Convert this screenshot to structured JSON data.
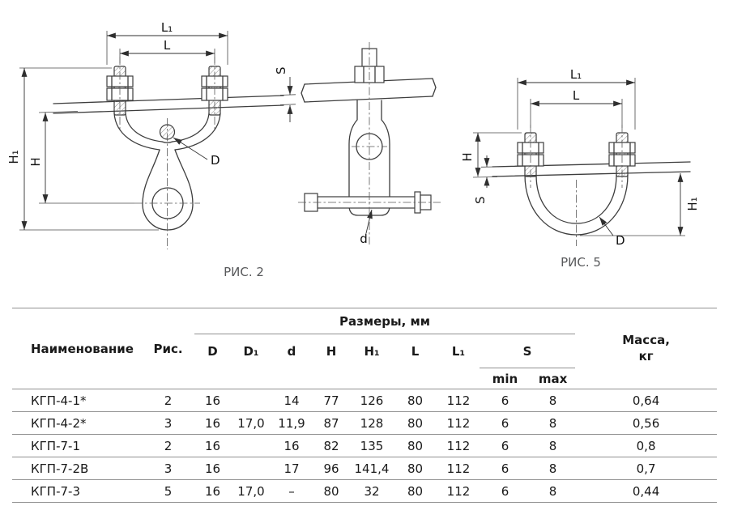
{
  "figures": {
    "fig2": {
      "caption": "РИС. 2",
      "labels": {
        "L1": "L₁",
        "L": "L",
        "S": "S",
        "H1": "H₁",
        "H": "H",
        "D": "D"
      }
    },
    "side": {
      "labels": {
        "d": "d"
      }
    },
    "fig5": {
      "caption": "РИС. 5",
      "labels": {
        "L1": "L₁",
        "L": "L",
        "H": "H",
        "S": "S",
        "H1": "H₁",
        "D": "D"
      }
    }
  },
  "table": {
    "headers": {
      "name": "Наименование",
      "fig": "Рис.",
      "group_dims": "Размеры, мм",
      "mass": "Масса,\nкг",
      "cols": [
        "D",
        "D₁",
        "d",
        "H",
        "H₁",
        "L",
        "L₁"
      ],
      "s": "S",
      "s_min": "min",
      "s_max": "max"
    },
    "rows": [
      {
        "name": "КГП-4-1*",
        "fig": "2",
        "vals": [
          "16",
          "",
          "14",
          "77",
          "126",
          "80",
          "112",
          "6",
          "8"
        ],
        "mass": "0,64"
      },
      {
        "name": "КГП-4-2*",
        "fig": "3",
        "vals": [
          "16",
          "17,0",
          "11,9",
          "87",
          "128",
          "80",
          "112",
          "6",
          "8"
        ],
        "mass": "0,56"
      },
      {
        "name": "КГП-7-1",
        "fig": "2",
        "vals": [
          "16",
          "",
          "16",
          "82",
          "135",
          "80",
          "112",
          "6",
          "8"
        ],
        "mass": "0,8"
      },
      {
        "name": "КГП-7-2В",
        "fig": "3",
        "vals": [
          "16",
          "",
          "17",
          "96",
          "141,4",
          "80",
          "112",
          "6",
          "8"
        ],
        "mass": "0,7"
      },
      {
        "name": "КГП-7-3",
        "fig": "5",
        "vals": [
          "16",
          "17,0",
          "–",
          "80",
          "32",
          "80",
          "112",
          "6",
          "8"
        ],
        "mass": "0,44"
      }
    ]
  },
  "colors": {
    "line": "#3d3d3d",
    "table_border": "#919191",
    "caption": "#58595b"
  }
}
